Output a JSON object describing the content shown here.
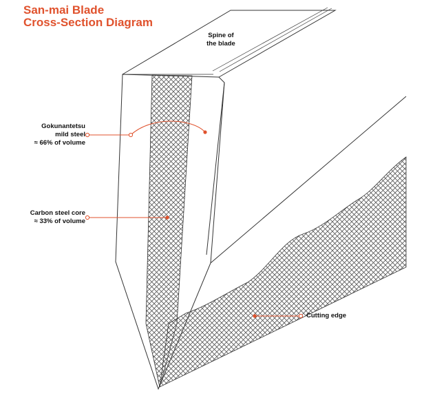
{
  "title": {
    "line1": "San-mai Blade",
    "line2": "Cross-Section Diagram"
  },
  "labels": {
    "spine": {
      "line1": "Spine of",
      "line2": "the blade"
    },
    "mild_steel": {
      "line1": "Gokunantetsu",
      "line2": "mild steel",
      "line3": "≈ 66% of volume"
    },
    "core": {
      "line1": "Carbon steel core",
      "line2": "≈ 33% of volume"
    },
    "edge": {
      "line1": "Cutting edge"
    }
  },
  "colors": {
    "accent": "#e0522d",
    "line": "#333333",
    "hatch": "#555555"
  }
}
